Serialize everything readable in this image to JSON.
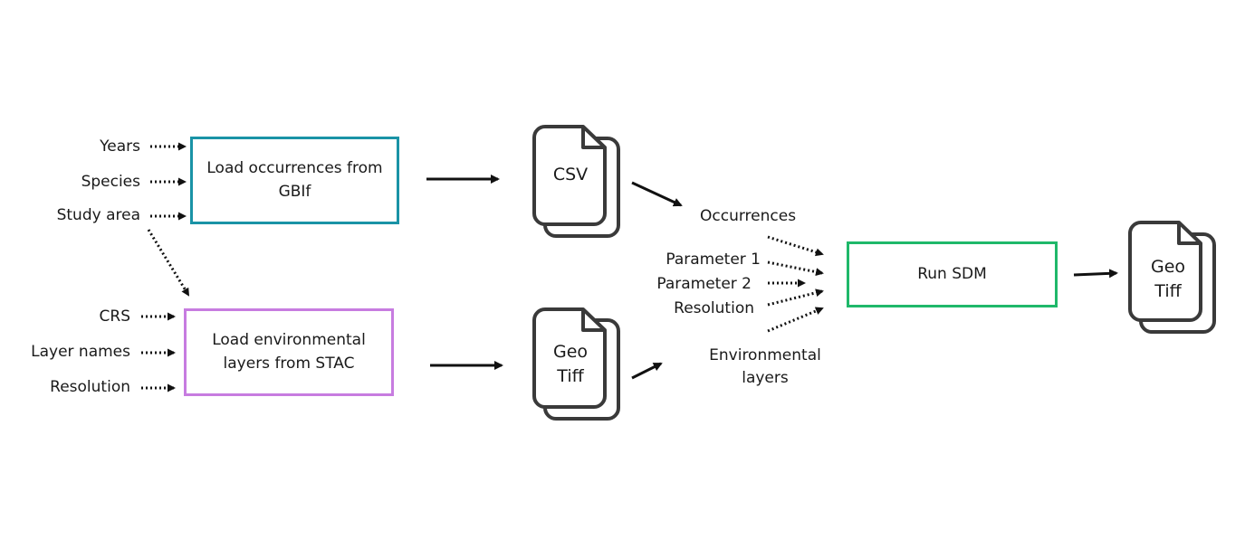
{
  "inputs_gbif": [
    "Years",
    "Species",
    "Study area"
  ],
  "inputs_stac": [
    "CRS",
    "Layer names",
    "Resolution"
  ],
  "boxes": {
    "gbif": {
      "label": "Load occurrences from\nGBIf",
      "color": "#1a93a6"
    },
    "stac": {
      "label": "Load environmental\nlayers from STAC",
      "color": "#c77ce0"
    },
    "sdm": {
      "label": "Run SDM",
      "color": "#1fb86a"
    }
  },
  "docs": {
    "csv": "CSV",
    "tiff_env": "Geo\nTiff",
    "tiff_out": "Geo\nTiff"
  },
  "sdm_inputs": {
    "occurrences": "Occurrences",
    "param1": "Parameter 1",
    "param2": "Parameter 2",
    "resolution": "Resolution",
    "env_layers": "Environmental\nlayers"
  }
}
